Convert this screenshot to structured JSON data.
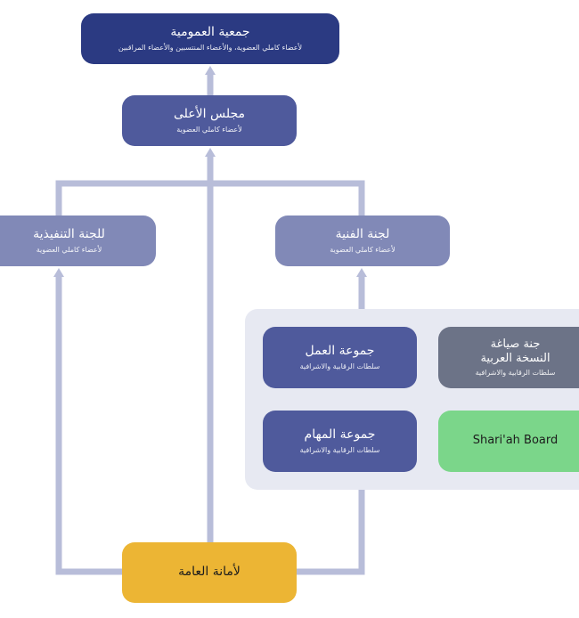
{
  "colors": {
    "dark_navy": "#2b3a82",
    "medium_indigo": "#4f5a9c",
    "light_periwinkle": "#8189b7",
    "slate_gray": "#6c7387",
    "green": "#7bd68a",
    "gold": "#ecb534",
    "connector": "#b8bdd9",
    "group_panel": "#e7e9f2"
  },
  "nodes": {
    "general_assembly": {
      "title": "جمعية العمومية",
      "subtitle": "لأعضاء كاملي العضوية، والأعضاء المنتسبين والأعضاء المراقبين"
    },
    "higher_council": {
      "title": "مجلس الأعلى",
      "subtitle": "لأعضاء كاملي العضوية"
    },
    "executive_committee": {
      "title": "للجنة التنفيذية",
      "subtitle": "لأعضاء كاملي العضوية"
    },
    "technical_committee": {
      "title": "لجنة الفنية",
      "subtitle": "لأعضاء كاملي العضوية"
    },
    "working_group": {
      "title": "جموعة العمل",
      "subtitle": "سلطات الرقابية والاشرافية"
    },
    "drafting_committee": {
      "title_line1": "جنة صياغة",
      "title_line2": "النسخة العربية",
      "subtitle": "سلطات الرقابية والاشرافية"
    },
    "task_group": {
      "title": "جموعة المهام",
      "subtitle": "سلطات الرقابية والاشرافية"
    },
    "sharia_board": {
      "title": "Shari'ah Board"
    },
    "general_secretariat": {
      "title": "لأمانة العامة"
    }
  }
}
